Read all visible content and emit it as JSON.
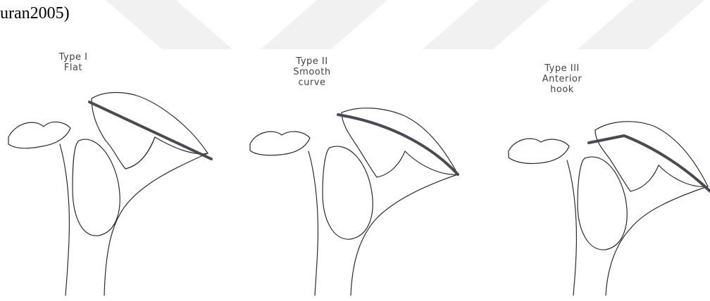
{
  "citation": "uran2005)",
  "types": [
    {
      "line1": "Type I",
      "line2": "Flat",
      "line3": ""
    },
    {
      "line1": "Type II",
      "line2": "Smooth",
      "line3": "curve"
    },
    {
      "line1": "Type III",
      "line2": "Anterior",
      "line3": "hook"
    }
  ],
  "colors": {
    "outline": "#2b2b2b",
    "acromion_line": "#4a4a55",
    "watermark": "#f0f0f0"
  }
}
